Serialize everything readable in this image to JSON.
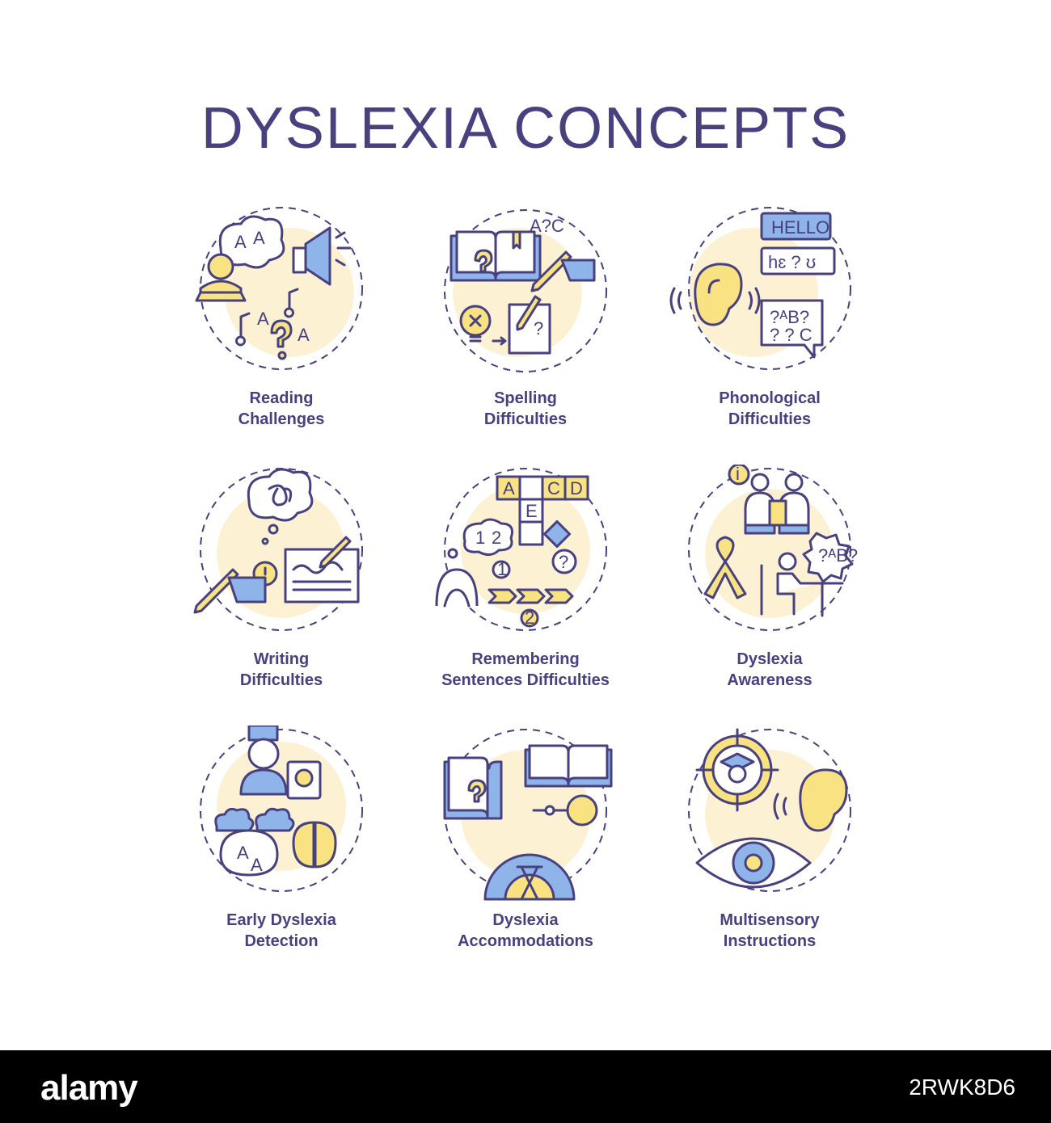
{
  "title": "DYSLEXIA CONCEPTS",
  "concepts": [
    {
      "icon": "reading-challenges-icon",
      "line1": "Reading",
      "line2": "Challenges"
    },
    {
      "icon": "spelling-difficulties-icon",
      "line1": "Spelling",
      "line2": "Difficulties"
    },
    {
      "icon": "phonological-difficulties-icon",
      "line1": "Phonological",
      "line2": "Difficulties"
    },
    {
      "icon": "writing-difficulties-icon",
      "line1": "Writing",
      "line2": "Difficulties"
    },
    {
      "icon": "remembering-sentences-icon",
      "line1": "Remembering",
      "line2": "Sentences Difficulties"
    },
    {
      "icon": "dyslexia-awareness-icon",
      "line1": "Dyslexia",
      "line2": "Awareness"
    },
    {
      "icon": "early-detection-icon",
      "line1": "Early Dyslexia",
      "line2": "Detection"
    },
    {
      "icon": "accommodations-icon",
      "line1": "Dyslexia",
      "line2": "Accommodations"
    },
    {
      "icon": "multisensory-icon",
      "line1": "Multisensory",
      "line2": "Instructions"
    }
  ],
  "icon_text": {
    "abc": "A?C",
    "hello": "HELLO",
    "he": "hɛ ? ʊ",
    "avb": "?ᴬB?",
    "qc": "? ? C",
    "a": "A",
    "c": "C",
    "d": "D",
    "e": "E",
    "one": "1",
    "two": "2",
    "q": "?",
    "i": "i"
  },
  "colors": {
    "accent": "#47417f",
    "yellow": "#f9e282",
    "blue": "#8fb4ea",
    "halo": "#fdf1d4"
  },
  "footer": {
    "logo": "alamy",
    "code": "2RWK8D6"
  }
}
